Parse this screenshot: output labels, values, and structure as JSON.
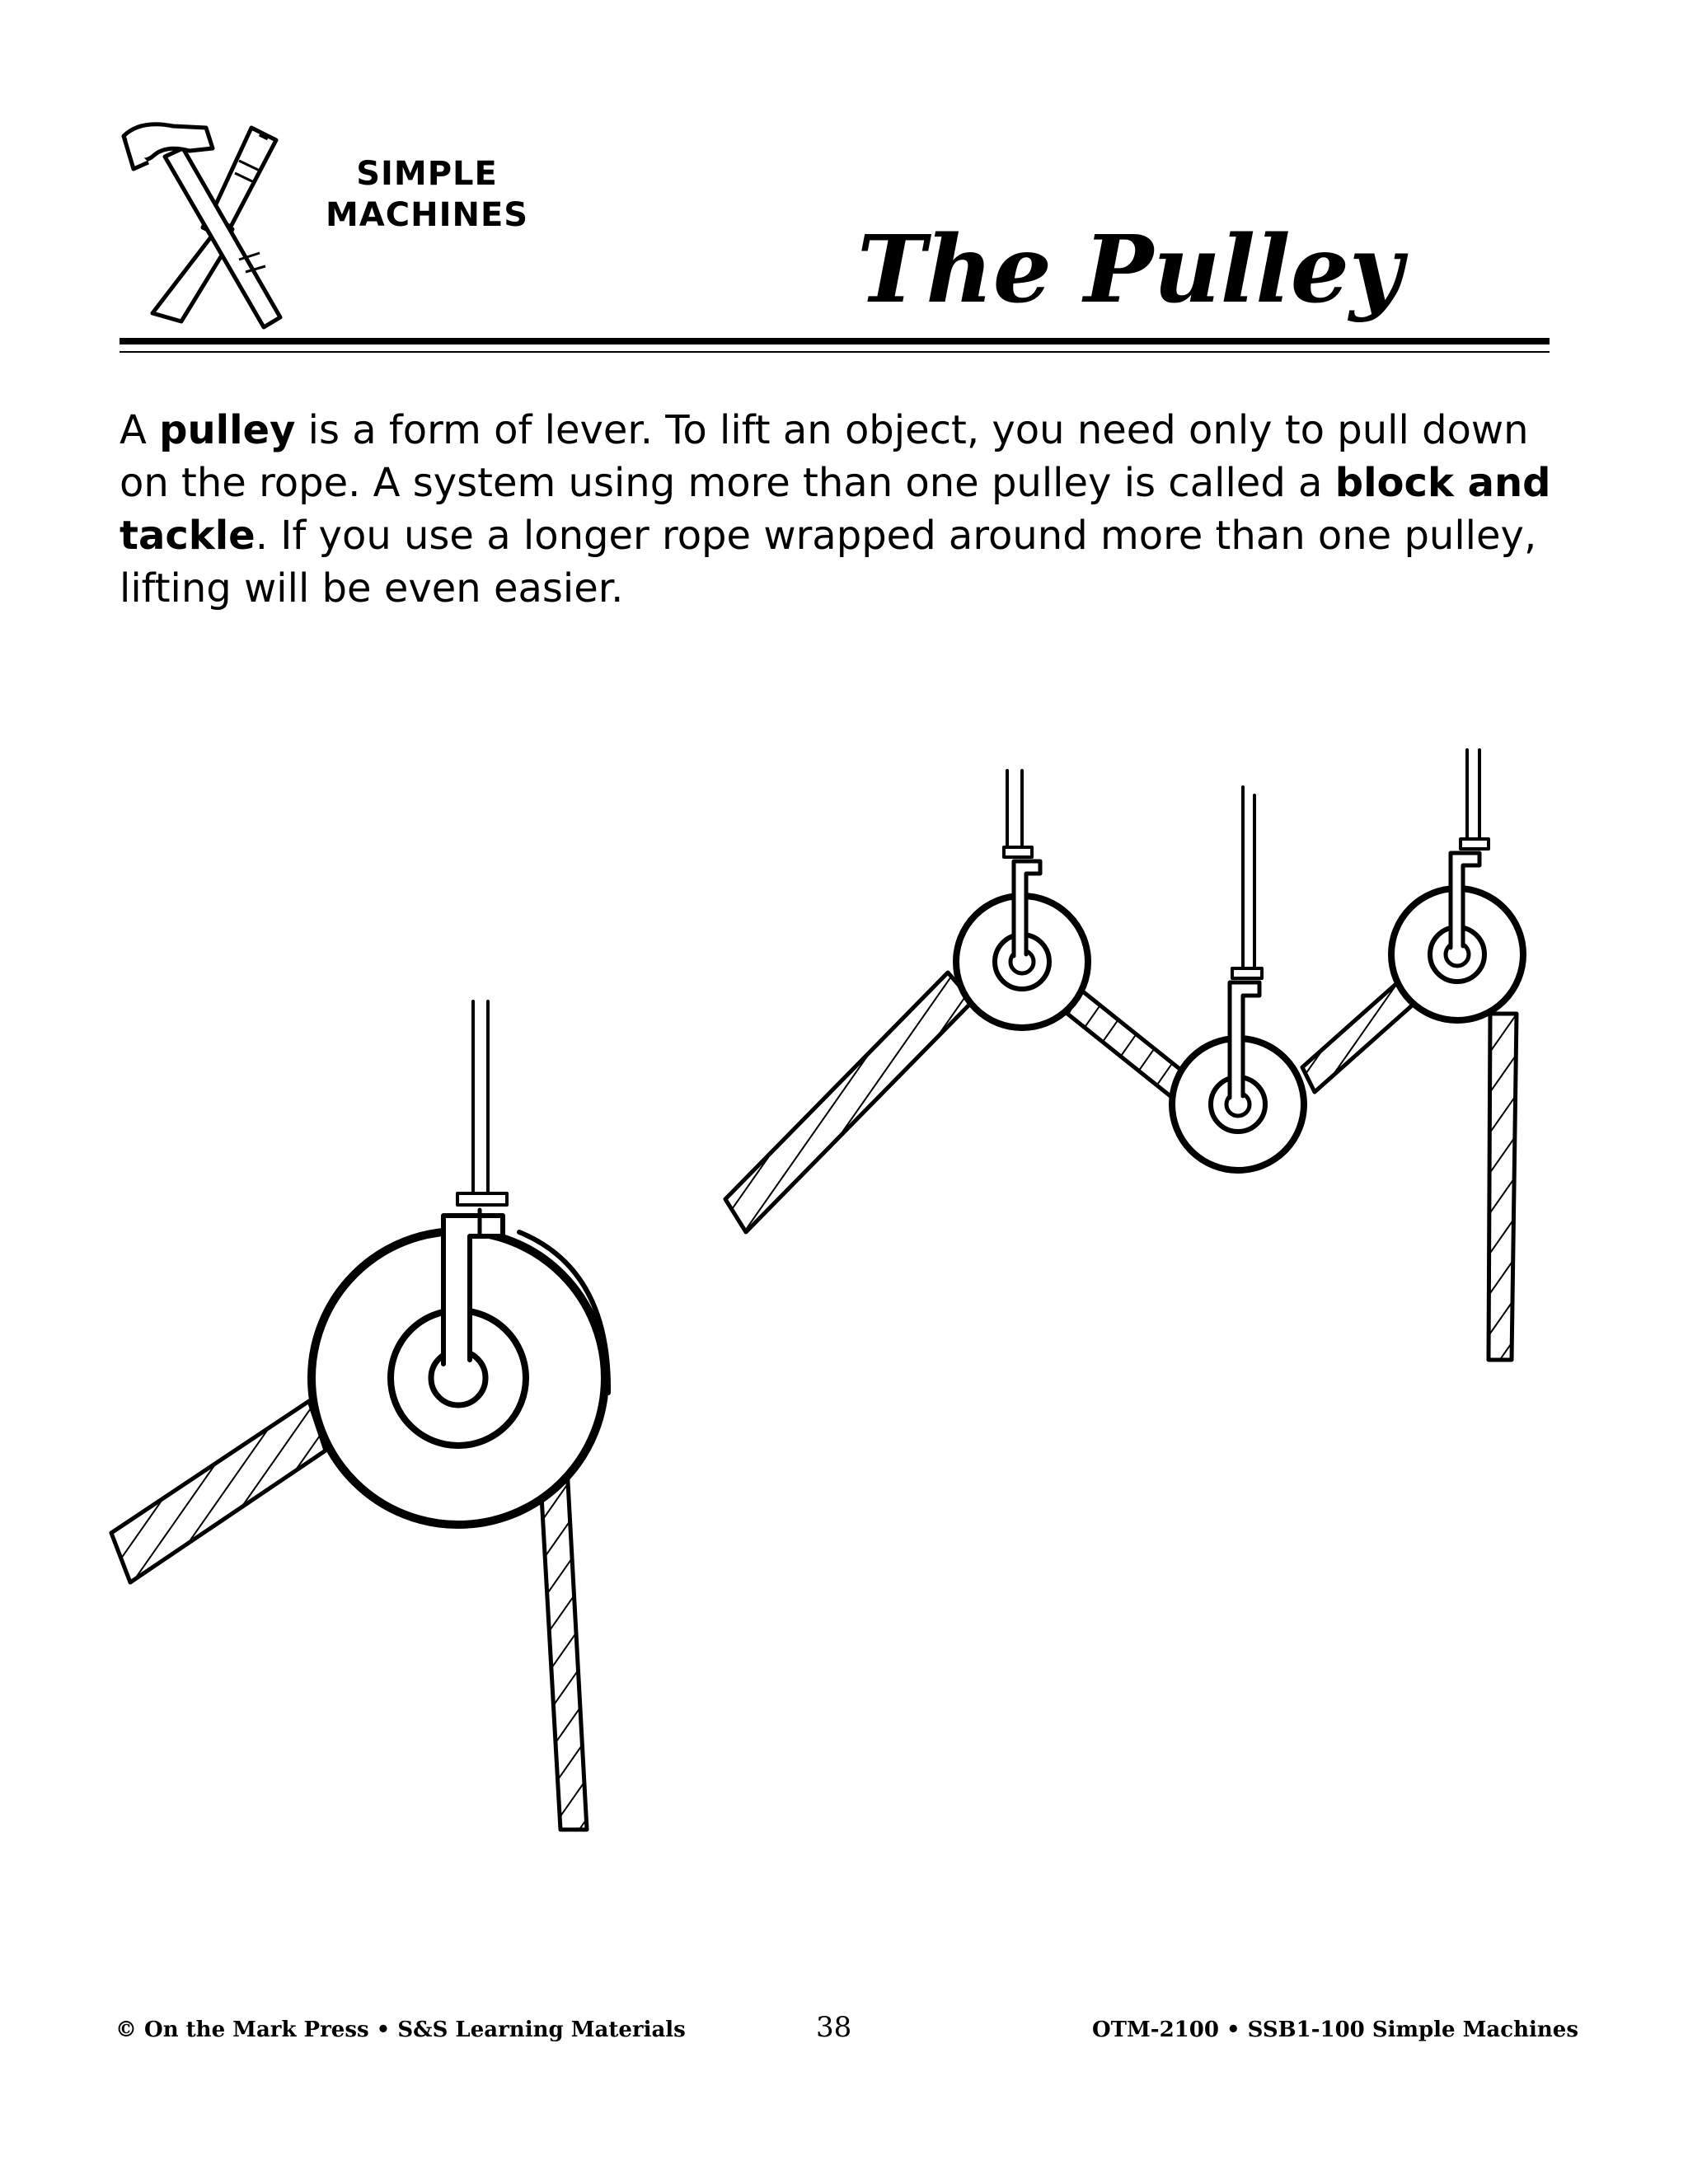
{
  "header": {
    "series_line1": "SIMPLE",
    "series_line2": "MACHINES",
    "title": "The Pulley"
  },
  "intro": {
    "part1": "A ",
    "term1": "pulley",
    "part2": " is a form of lever.  To lift an object, you need only to pull down on the rope.  A system using more than one pulley is called a ",
    "term2": "block and tackle",
    "part3": ".  If you use a longer rope wrapped around more than one pulley, lifting will be even easier."
  },
  "footer": {
    "left": "© On the Mark Press • S&S Learning Materials",
    "page_number": "38",
    "right": "OTM-2100 • SSB1-100 Simple Machines"
  },
  "icons": {
    "logo": "crossed-hammer-chisel-icon",
    "single_pulley": "single-pulley-icon",
    "block_and_tackle": "block-and-tackle-icon"
  }
}
